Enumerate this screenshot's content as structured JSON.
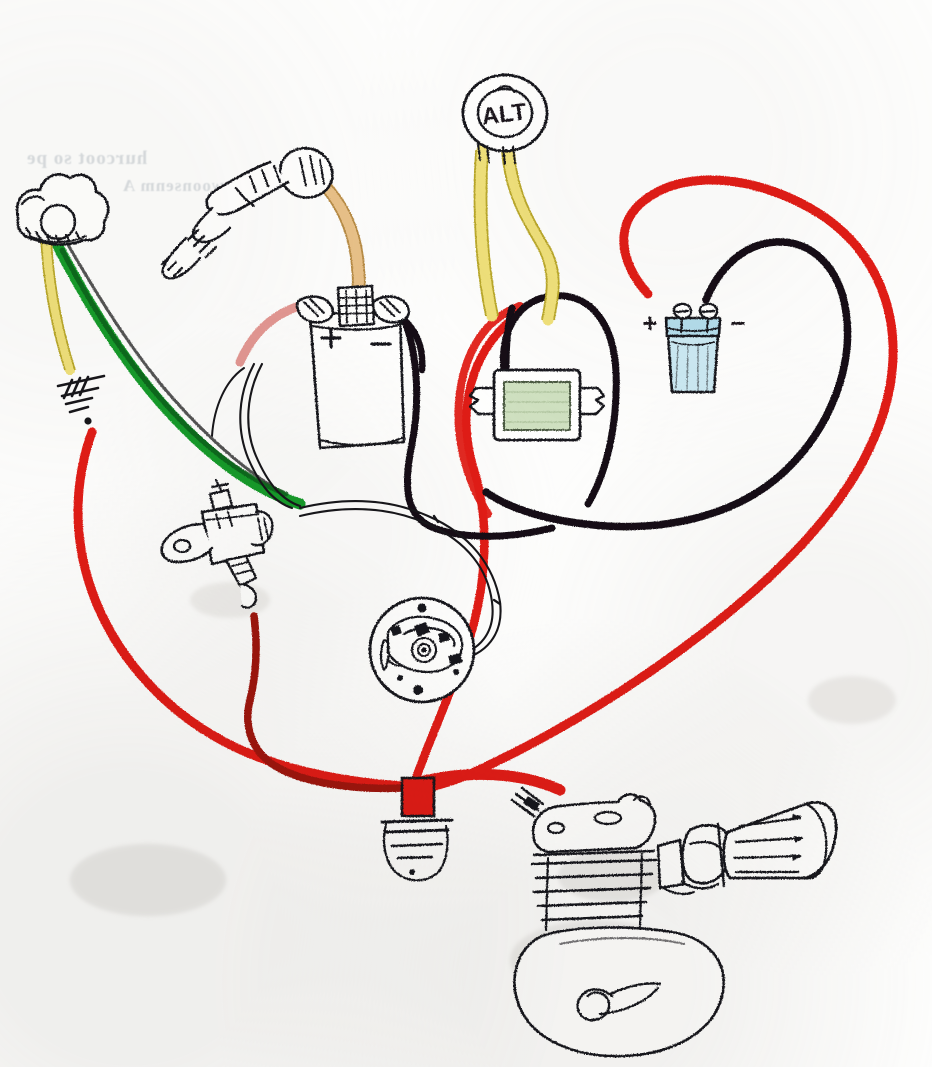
{
  "document": {
    "title": "Hand-drawn motorcycle ignition and charging wiring diagram",
    "medium": "pen and colour pencil on white paper",
    "background_color": "#fdfdfc",
    "ink_color": "#17161a"
  },
  "labels": {
    "alternator": "ALT",
    "coil_positive": "+",
    "coil_negative": "−",
    "battery_positive": "+",
    "battery_negative": "−"
  },
  "bleed_through": {
    "line1": "hurcoot so  pe",
    "line2": "woonsenm A",
    "note": "faint mirrored show-through text from reverse of page"
  },
  "wire_colors": {
    "red": "#e01b16",
    "dark_red": "#9e1410",
    "faded_red": "#e08c86",
    "yellow": "#efe07a",
    "yellow_edge": "#b9a72c",
    "green": "#149b2a",
    "dark_green": "#0d5c18",
    "black": "#121114",
    "white_wire": "#fefefe",
    "tan_ht_lead": "#e8c188",
    "tan_edge": "#b78b45"
  },
  "component_colors": {
    "regulator_face": "#cfe0c0",
    "battery_body": "#cbe8f2",
    "battery_top": "#b3dcea",
    "metal": "#f4f4f2"
  },
  "components": [
    {
      "id": "kill-switch",
      "name": "Handlebar kill switch",
      "position": "top-left",
      "wires_out": [
        "yellow",
        "green"
      ]
    },
    {
      "id": "ground-symbol",
      "name": "Chassis ground symbol",
      "position": "left",
      "wires": [
        "yellow terminates",
        "red originates"
      ]
    },
    {
      "id": "spark-plug",
      "name": "Spark plug with HT cap",
      "position": "upper-left-centre",
      "wires_out": [
        "tan high-tension lead"
      ]
    },
    {
      "id": "ignition-coil",
      "name": "Ignition coil",
      "position": "centre-left",
      "terminals": [
        "+",
        "−"
      ],
      "wires_out": [
        "faded red to +",
        "white to +",
        "black to −",
        "tan HT lead to plug"
      ]
    },
    {
      "id": "alternator-lamp",
      "name": "Alternator / ALT warning unit",
      "position": "top-centre",
      "wires_out": [
        "yellow",
        "yellow"
      ]
    },
    {
      "id": "regulator-rectifier",
      "name": "Regulator rectifier unit",
      "position": "centre",
      "wires_in": [
        "yellow",
        "yellow",
        "black",
        "red"
      ]
    },
    {
      "id": "battery",
      "name": "Battery",
      "position": "upper-right",
      "terminals": [
        "+",
        "−"
      ],
      "wires_out": [
        "red from +",
        "black from −"
      ]
    },
    {
      "id": "ignition-switch",
      "name": "Ignition switch / solenoid",
      "position": "centre-left-lower",
      "wires_in": [
        "green",
        "white"
      ],
      "wires_out": [
        "dark red"
      ]
    },
    {
      "id": "points-plate",
      "name": "Contact breaker points plate",
      "position": "centre-lower",
      "wires_in": [
        "white from coil"
      ]
    },
    {
      "id": "junction-block",
      "name": "Red wire junction / terminal block",
      "position": "bottom-centre",
      "wires_in": [
        "red",
        "red",
        "red",
        "red"
      ]
    },
    {
      "id": "engine",
      "name": "Engine cylinder, head and crankcase",
      "position": "bottom-centre-right"
    },
    {
      "id": "carburettor",
      "name": "Carburettor with air filter",
      "position": "bottom-right"
    }
  ]
}
